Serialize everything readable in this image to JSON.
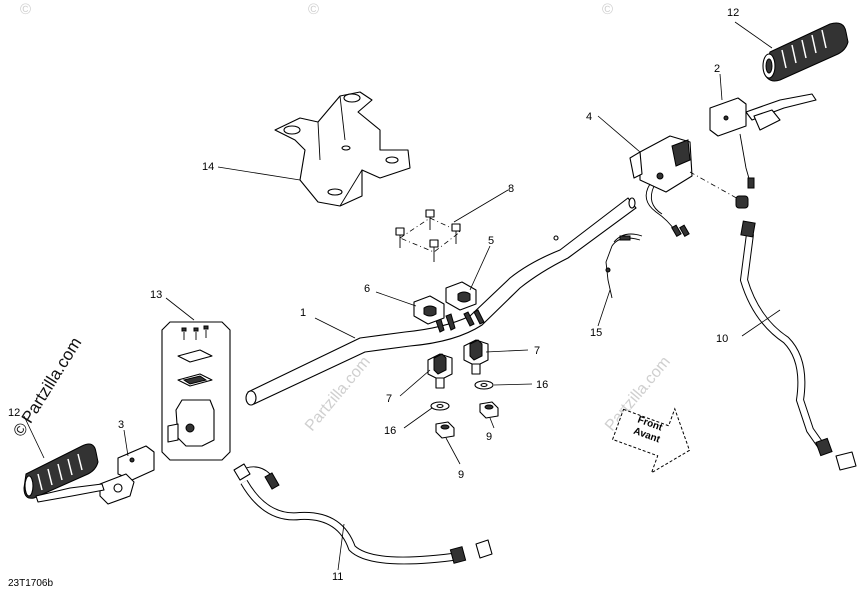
{
  "diagram_code": "23T1706b",
  "watermark": {
    "brand": "Partzilla.com",
    "copyright_symbol": "©"
  },
  "direction_arrow": {
    "line1": "Front",
    "line2": "Avant"
  },
  "callouts": [
    {
      "id": "c1",
      "label": "1"
    },
    {
      "id": "c2",
      "label": "2"
    },
    {
      "id": "c3",
      "label": "3"
    },
    {
      "id": "c4",
      "label": "4"
    },
    {
      "id": "c5",
      "label": "5"
    },
    {
      "id": "c6",
      "label": "6"
    },
    {
      "id": "c7a",
      "label": "7"
    },
    {
      "id": "c7b",
      "label": "7"
    },
    {
      "id": "c8",
      "label": "8"
    },
    {
      "id": "c9a",
      "label": "9"
    },
    {
      "id": "c9b",
      "label": "9"
    },
    {
      "id": "c10",
      "label": "10"
    },
    {
      "id": "c11",
      "label": "11"
    },
    {
      "id": "c12a",
      "label": "12"
    },
    {
      "id": "c12b",
      "label": "12"
    },
    {
      "id": "c13",
      "label": "13"
    },
    {
      "id": "c14",
      "label": "14"
    },
    {
      "id": "c15",
      "label": "15"
    },
    {
      "id": "c16a",
      "label": "16"
    },
    {
      "id": "c16b",
      "label": "16"
    }
  ]
}
